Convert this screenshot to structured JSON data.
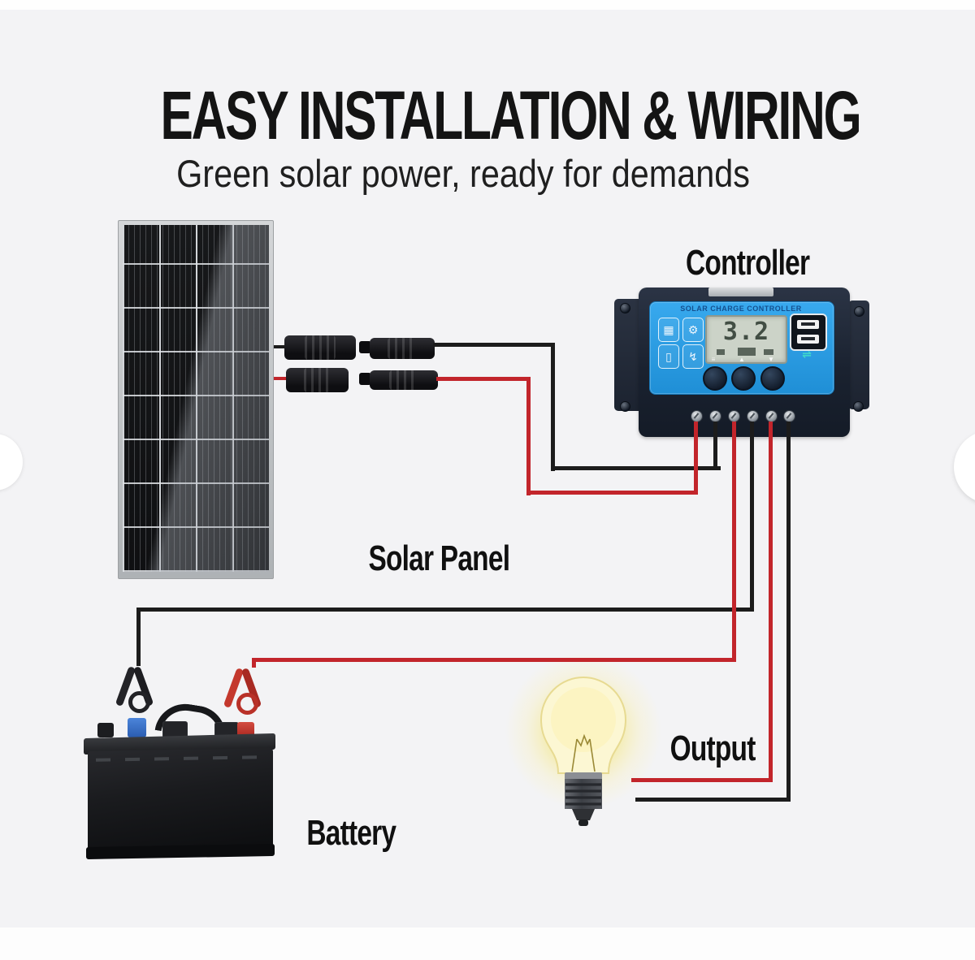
{
  "header": {
    "title": "EASY INSTALLATION & WIRING",
    "subtitle": "Green solar power, ready for demands"
  },
  "labels": {
    "controller": "Controller",
    "solar_panel": "Solar Panel",
    "battery": "Battery",
    "output": "Output"
  },
  "controller": {
    "brand_text": "SOLAR CHARGE CONTROLLER",
    "lcd_value": "3.2",
    "icons": [
      {
        "name": "solar-panel-icon",
        "glyph": "▦"
      },
      {
        "name": "settings-gear-icon",
        "glyph": "⚙"
      },
      {
        "name": "battery-icon",
        "glyph": "▯"
      },
      {
        "name": "load-lamp-icon",
        "glyph": "↯"
      }
    ],
    "button_glyphs": [
      "≡",
      "▲",
      "▼"
    ],
    "usb_symbol": "⇌",
    "usb_port_count": 2,
    "terminal_count": 6,
    "terminal_wire_colors": [
      "red",
      "black",
      "red",
      "black",
      "red",
      "black"
    ]
  },
  "wiring": {
    "connections": [
      {
        "from": "solar-panel",
        "to": "controller",
        "wires": [
          "black",
          "red"
        ]
      },
      {
        "from": "controller",
        "to": "battery",
        "wires": [
          "red",
          "black"
        ]
      },
      {
        "from": "controller",
        "to": "light-bulb-output",
        "wires": [
          "red",
          "black"
        ]
      }
    ],
    "wire_colors": {
      "positive": "#c2252b",
      "negative": "#1c1c1c"
    }
  },
  "palette": {
    "card_bg": "#f3f3f5",
    "controller_face": "#2b9fe6",
    "controller_body": "#232b39",
    "lcd_bg": "#ccd3c8",
    "battery_terminal_blue": "#3a6fc9",
    "battery_terminal_red": "#c03a2e",
    "bulb_glow": "#f2e47c"
  }
}
